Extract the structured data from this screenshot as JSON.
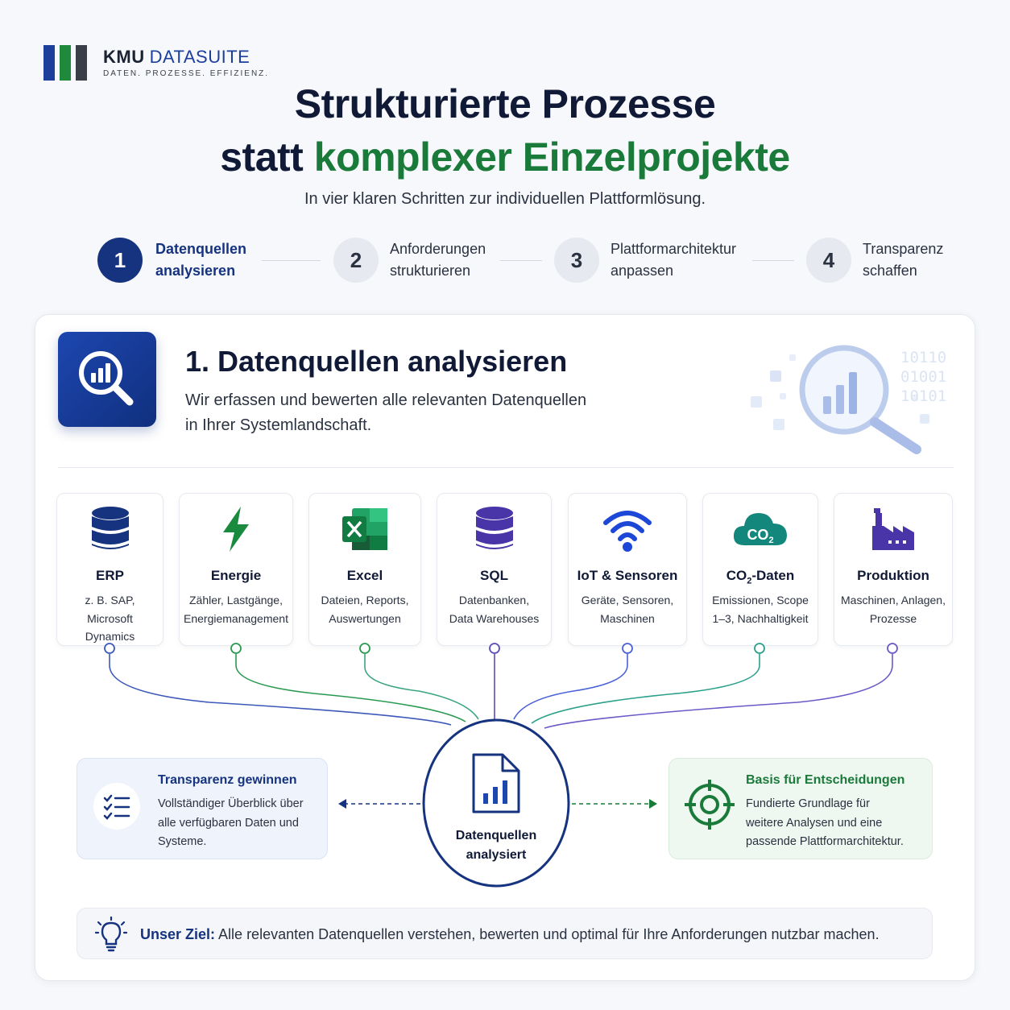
{
  "logo": {
    "brand_bold": "KMU",
    "brand_regular": "DATASUITE",
    "tagline": "DATEN. PROZESSE. EFFIZIENZ."
  },
  "title": {
    "line1": "Strukturierte Prozesse",
    "line2_prefix": "statt",
    "line2_highlight": "komplexer Einzelprojekte"
  },
  "subtitle": "In vier klaren Schritten zur individuellen Plattformlösung.",
  "steps": [
    {
      "number": "1",
      "line1": "Datenquellen",
      "line2": "analysieren",
      "active": true
    },
    {
      "number": "2",
      "line1": "Anforderungen",
      "line2": "strukturieren",
      "active": false
    },
    {
      "number": "3",
      "line1": "Plattformarchitektur",
      "line2": "anpassen",
      "active": false
    },
    {
      "number": "4",
      "line1": "Transparenz",
      "line2": "schaffen",
      "active": false
    }
  ],
  "section": {
    "title": "1. Datenquellen analysieren",
    "desc_line1": "Wir erfassen und bewerten alle relevanten Datenquellen",
    "desc_line2": "in Ihrer Systemlandschaft.",
    "binary": [
      "10110",
      "01001",
      "10101"
    ]
  },
  "sources": [
    {
      "name": "ERP",
      "lines": [
        "z. B. SAP,",
        "Microsoft",
        "Dynamics"
      ],
      "icon": "database-icon",
      "color": "#16337f"
    },
    {
      "name": "Energie",
      "lines": [
        "Zähler, Lastgänge,",
        "Energiemanagement"
      ],
      "icon": "lightning-icon",
      "color": "#1a8a3e"
    },
    {
      "name": "Excel",
      "lines": [
        "Dateien, Reports,",
        "Auswertungen"
      ],
      "icon": "excel-icon",
      "color": "#1a7a3a"
    },
    {
      "name": "SQL",
      "lines": [
        "Datenbanken,",
        "Data Warehouses"
      ],
      "icon": "sql-database-icon",
      "color": "#4a35a8"
    },
    {
      "name": "IoT & Sensoren",
      "lines": [
        "Geräte, Sensoren,",
        "Maschinen"
      ],
      "icon": "wifi-icon",
      "color": "#1d47d6"
    },
    {
      "name_prefix": "CO",
      "name_sub": "2",
      "name_suffix": "-Daten",
      "lines": [
        "Emissionen, Scope",
        "1–3, Nachhaltigkeit"
      ],
      "icon": "co2-cloud-icon",
      "icon_prefix": "CO",
      "icon_sub": "2",
      "color": "#13877c"
    },
    {
      "name": "Produktion",
      "lines": [
        "Maschinen, Anlagen,",
        "Prozesse"
      ],
      "icon": "factory-icon",
      "color": "#4a35a8"
    }
  ],
  "center": {
    "line1": "Datenquellen",
    "line2": "analysiert"
  },
  "left_box": {
    "title": "Transparenz gewinnen",
    "lines": [
      "Vollständiger Überblick über",
      "alle verfügbaren Daten und",
      "Systeme."
    ]
  },
  "right_box": {
    "title": "Basis für Entscheidungen",
    "lines": [
      "Fundierte Grundlage für",
      "weitere Analysen und eine",
      "passende Plattformarchitektur."
    ]
  },
  "goal": {
    "label": "Unser Ziel:",
    "text": "Alle relevanten Datenquellen verstehen, bewerten und optimal für Ihre Anforderungen nutzbar machen."
  },
  "colors": {
    "primary": "#16337f",
    "accent_green": "#1a7a3a",
    "text_dark": "#101a36"
  }
}
